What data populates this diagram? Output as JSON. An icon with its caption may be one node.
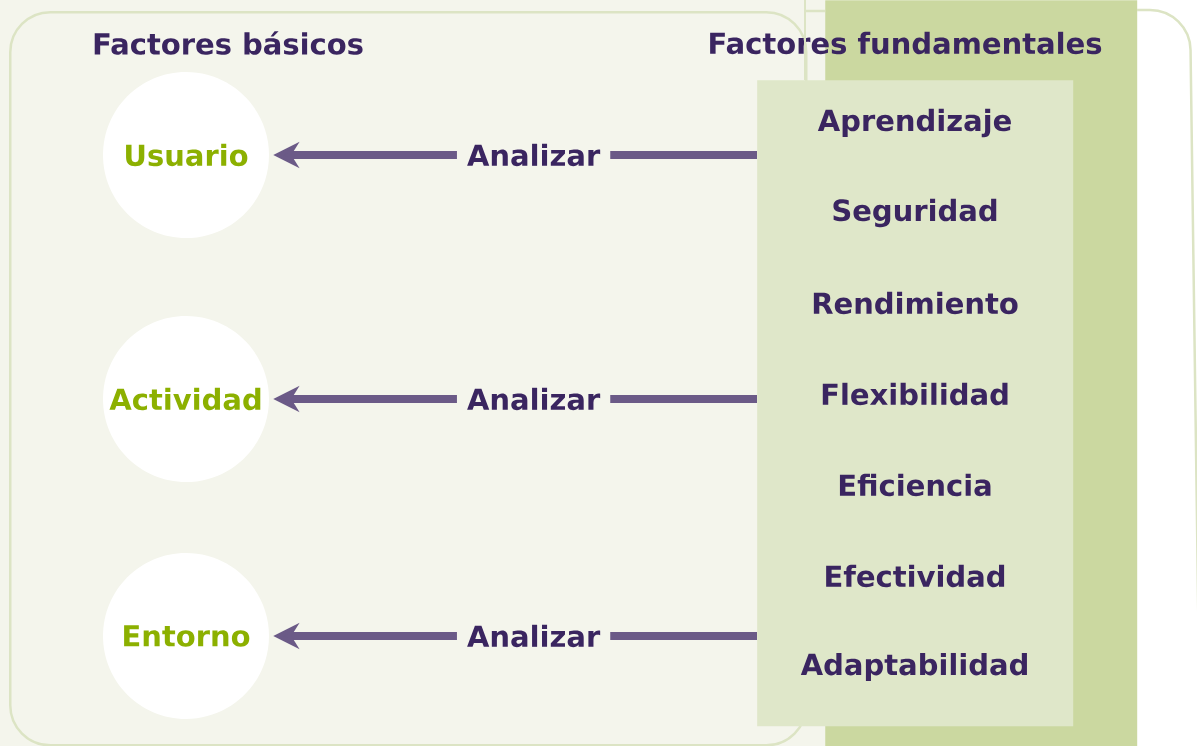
{
  "diagram": {
    "nodes": [
      {
        "text": [
          "Factores básicos"
        ]
      },
      {
        "text": [
          "Factores fundamentales"
        ]
      },
      {
        "text": [
          "Aprendizaje",
          "Seguridad",
          "Rendimiento",
          "Flexibilidad",
          "Eficiencia",
          "Efectividad",
          "Adaptabilidad"
        ]
      },
      {
        "text": [
          "Usuario"
        ],
        "in": 0
      },
      {
        "text": [
          "Actividad"
        ],
        "in": 0
      },
      {
        "text": [
          "Entorno"
        ],
        "in": 0
      }
    ],
    "edges": [
      {
        "from": 2,
        "to": 3,
        "arrow": "to",
        "label": "Analizar"
      },
      {
        "from": 2,
        "to": 4,
        "arrow": "to",
        "label": "Analizar"
      },
      {
        "from": 2,
        "to": 5,
        "arrow": "to",
        "label": "Analizar"
      }
    ]
  }
}
